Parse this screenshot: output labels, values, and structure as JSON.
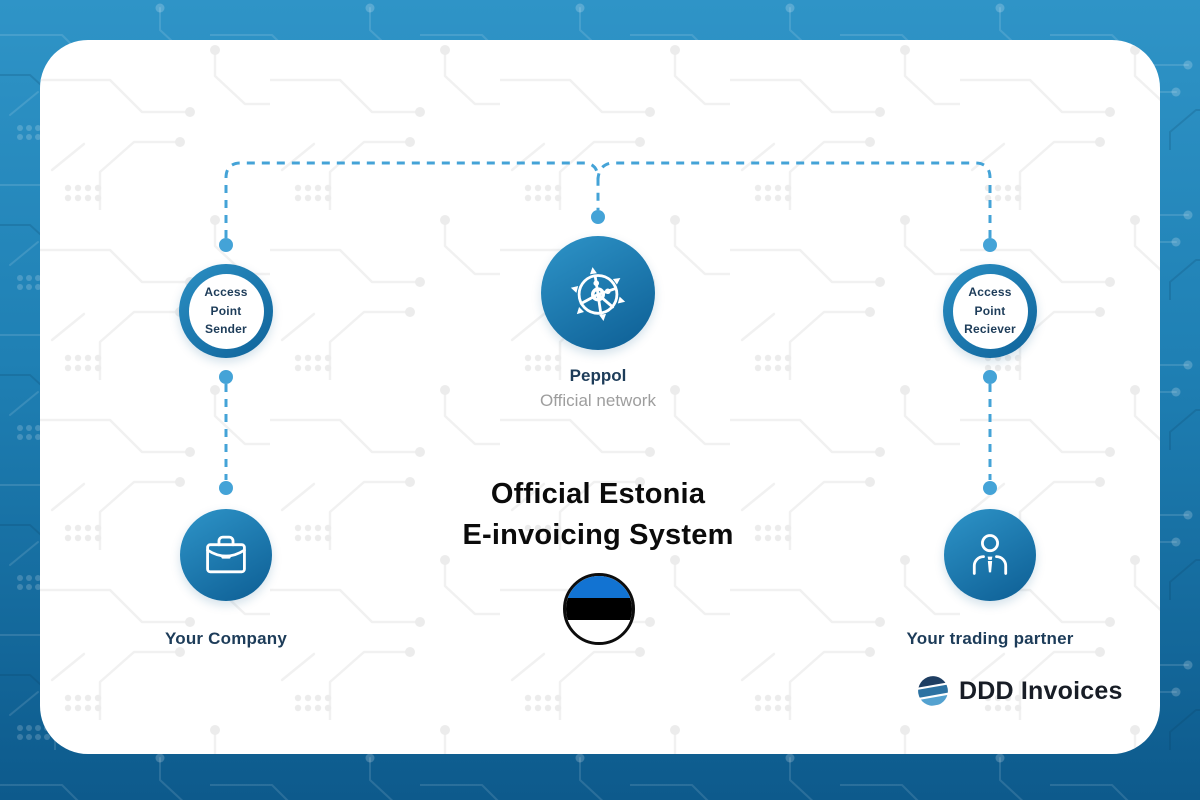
{
  "diagram": {
    "title": {
      "line1": "Official Estonia",
      "line2": "E-invoicing System"
    },
    "peppol": {
      "title": "Peppol",
      "subtitle": "Official network"
    },
    "access_point_sender": {
      "label": "Access\nPoint\nSender"
    },
    "access_point_receiver": {
      "label": "Access\nPoint\nReciever"
    },
    "your_company": {
      "label": "Your Company"
    },
    "trading_partner": {
      "label": "Your trading partner"
    },
    "flag": {
      "country": "Estonia",
      "stripe_colors": [
        "#1273d2",
        "#000000",
        "#ffffff"
      ]
    },
    "brand": {
      "name": "DDD Invoices"
    }
  },
  "colors": {
    "background_top": "#2f94c7",
    "background_bottom": "#0d5a8c",
    "card": "#ffffff",
    "connector": "#44a3d7",
    "navy_text": "#1d3c59",
    "subtitle_gray": "#9e9e9e",
    "disc_gradient_start": "#2e94c8",
    "disc_gradient_end": "#0d5e94",
    "title_black": "#0b0b0b"
  }
}
